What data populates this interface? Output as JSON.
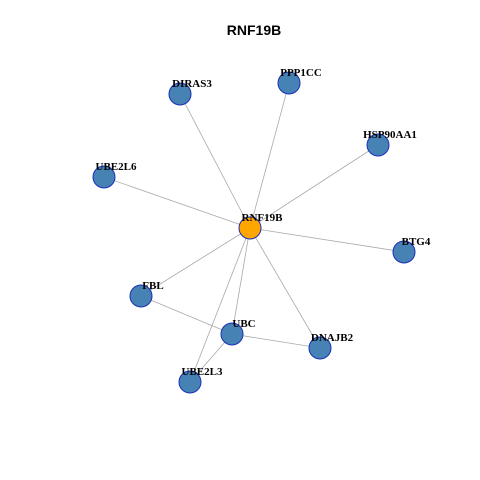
{
  "title": "RNF19B",
  "colors": {
    "center_node": "#ffa500",
    "node": "#4682b4",
    "node_border": "#1a2fb8",
    "edge": "#a9a9a9"
  },
  "nodes": [
    {
      "id": "RNF19B",
      "label": "RNF19B",
      "center": true
    },
    {
      "id": "PPP1CC",
      "label": "PPP1CC"
    },
    {
      "id": "DIRAS3",
      "label": "DIRAS3"
    },
    {
      "id": "HSP90AA1",
      "label": "HSP90AA1"
    },
    {
      "id": "UBE2L6",
      "label": "UBE2L6"
    },
    {
      "id": "BTG4",
      "label": "BTG4"
    },
    {
      "id": "FBL",
      "label": "FBL"
    },
    {
      "id": "UBC",
      "label": "UBC"
    },
    {
      "id": "DNAJB2",
      "label": "DNAJB2"
    },
    {
      "id": "UBE2L3",
      "label": "UBE2L3"
    }
  ],
  "edges": [
    [
      "RNF19B",
      "PPP1CC"
    ],
    [
      "RNF19B",
      "DIRAS3"
    ],
    [
      "RNF19B",
      "HSP90AA1"
    ],
    [
      "RNF19B",
      "UBE2L6"
    ],
    [
      "RNF19B",
      "BTG4"
    ],
    [
      "RNF19B",
      "FBL"
    ],
    [
      "RNF19B",
      "UBC"
    ],
    [
      "RNF19B",
      "DNAJB2"
    ],
    [
      "RNF19B",
      "UBE2L3"
    ],
    [
      "FBL",
      "UBC"
    ],
    [
      "UBC",
      "DNAJB2"
    ],
    [
      "UBC",
      "UBE2L3"
    ]
  ]
}
